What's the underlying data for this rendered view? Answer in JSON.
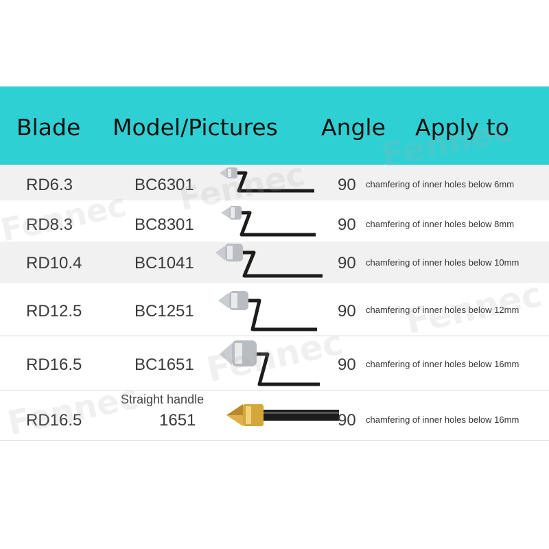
{
  "header": {
    "blade": "Blade",
    "model": "Model/Pictures",
    "angle": "Angle",
    "apply": "Apply to"
  },
  "rows": [
    {
      "blade": "RD6.3",
      "model": "BC6301",
      "angle": "90",
      "apply": "chamfering of inner holes below 6mm"
    },
    {
      "blade": "RD8.3",
      "model": "BC8301",
      "angle": "90",
      "apply": "chamfering of inner holes below 8mm"
    },
    {
      "blade": "RD10.4",
      "model": "BC1041",
      "angle": "90",
      "apply": "chamfering of inner holes below 10mm"
    },
    {
      "blade": "RD12.5",
      "model": "BC1251",
      "angle": "90",
      "apply": "chamfering of inner holes below 12mm"
    },
    {
      "blade": "RD16.5",
      "model": "BC1651",
      "angle": "90",
      "apply": "chamfering of inner holes below 16mm"
    },
    {
      "blade": "RD16.5",
      "model_sub": "Straight handle",
      "model": "1651",
      "angle": "90",
      "apply": "chamfering of inner holes below 16mm"
    }
  ],
  "watermark": "Fennec",
  "colors": {
    "header_bg": "#2fd0d4",
    "row_shade": "#f1f1f1",
    "steel": "#b9bcc0",
    "shank": "#1c1c1c",
    "gold": "#d4a73a"
  }
}
